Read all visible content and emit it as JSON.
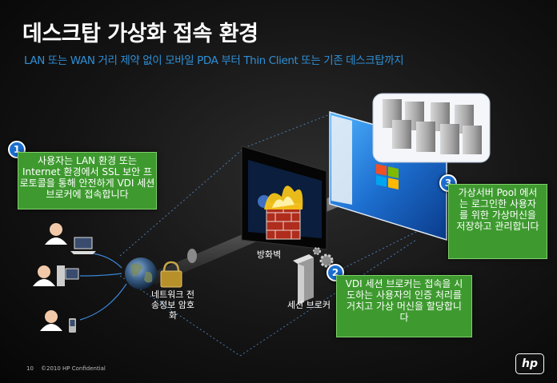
{
  "title": "데스크탑 가상화 접속 환경",
  "subtitle": "LAN 또는 WAN 거리 제약 없이 모바일 PDA 부터 Thin Client 또는 기존 데스크탑까지",
  "callouts": [
    {
      "number": "1",
      "text": "사용자는 LAN 환경 또는 Internet 환경에서 SSL 보안 프로토콜을 통해 안전하게 VDI 세션 브로커에 접속합니다"
    },
    {
      "number": "2",
      "text": "VDI 세션 브로커는 접속을 시도하는 사용자의 인증 처리를 거치고 가상 머신을 할당합니다"
    },
    {
      "number": "3",
      "text": "가상서버 Pool 에서는 로그인한 사용자를 위한 가상머신을 저장하고 관리합니다"
    }
  ],
  "labels": {
    "firewall": "방화벽",
    "network_encryption": "네트워크 전송정보 암호화",
    "session_broker": "세션 브로커"
  },
  "footer": {
    "page_number": "10",
    "confidential": "©2010 HP Confidential",
    "logo": "hp"
  },
  "icons": [
    "user-icon",
    "laptop-icon",
    "desktop-icon",
    "pda-icon",
    "globe-icon",
    "lock-icon",
    "firewall-icon",
    "server-rack-icon",
    "gear-icon",
    "windows-desktop-icon"
  ]
}
